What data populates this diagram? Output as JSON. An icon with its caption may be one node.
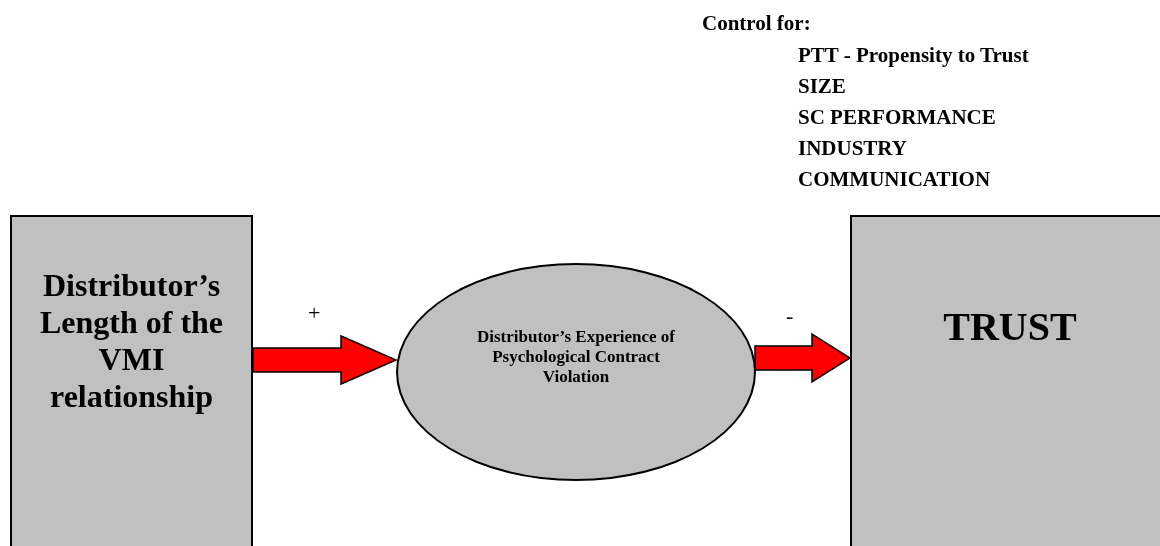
{
  "diagram": {
    "nodes": [
      {
        "text": [
          "Distributor’s Length of the VMI relationship"
        ]
      },
      {
        "text": [
          "Distributor’s Experience of Psychological Contract Violation"
        ]
      },
      {
        "text": [
          "TRUST"
        ]
      }
    ],
    "edges": [
      {
        "from": 0,
        "to": 1,
        "arrow": "to",
        "label": "+"
      },
      {
        "from": 1,
        "to": 2,
        "arrow": "to",
        "label": "-"
      }
    ],
    "labels": [
      "Control for:",
      "PTT - Propensity to Trust",
      "SIZE",
      "SC PERFORMANCE",
      "INDUSTRY",
      "COMMUNICATION"
    ]
  }
}
